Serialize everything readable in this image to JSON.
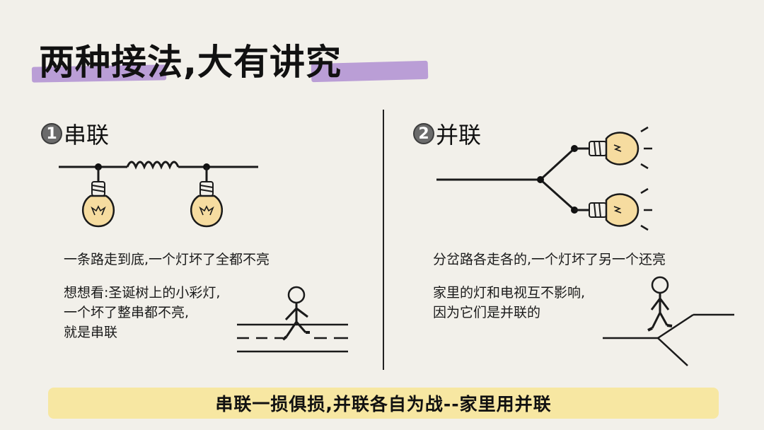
{
  "title": "两种接法,大有讲究",
  "series": {
    "number": "1",
    "heading": "串联",
    "description": "一条路走到底,一个灯坏了全都不亮",
    "note_lines": [
      "想想看:圣诞树上的小彩灯,",
      "一个坏了整串都不亮,",
      "就是串联"
    ]
  },
  "parallel": {
    "number": "2",
    "heading": "并联",
    "description": "分岔路各走各的,一个灯坏了另一个还亮",
    "note_lines": [
      "家里的灯和电视互不影响,",
      "因为它们是并联的"
    ]
  },
  "summary": "串联一损俱损,并联各自为战--家里用并联",
  "colors": {
    "background": "#f2f0ea",
    "title_highlight": "#b08fd2",
    "summary_bar": "#f7e7a2",
    "bulb_fill": "#f6dca0"
  }
}
